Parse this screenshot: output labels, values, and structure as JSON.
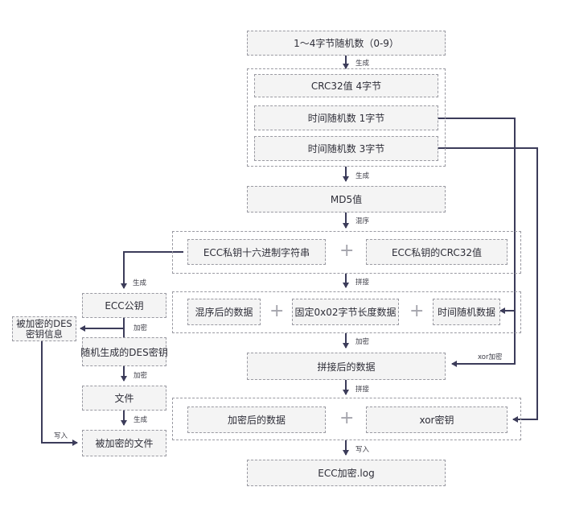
{
  "nodes": {
    "random_1_4": "1～4字节随机数（0-9）",
    "crc32": "CRC32值  4字节",
    "time_rand_1": "时间随机数  1字节",
    "time_rand_3": "时间随机数  3字节",
    "md5": "MD5值",
    "ecc_priv_hex": "ECC私钥十六进制字符串",
    "ecc_priv_crc32": "ECC私钥的CRC32值",
    "shuffled_data": "混序后的数据",
    "fixed_length": "固定0x02字节长度数据",
    "time_rand_data": "时间随机数据",
    "concat_data": "拼接后的数据",
    "encrypted_data": "加密后的数据",
    "xor_key": "xor密钥",
    "ecc_log": "ECC加密.log",
    "ecc_pubkey": "ECC公钥",
    "random_des_key": "随机生成的DES密钥",
    "file": "文件",
    "encrypted_file": "被加密的文件",
    "encrypted_des_info": "被加密的DES\n密钥信息"
  },
  "edges": {
    "generate_1": "生成",
    "generate_2": "生成",
    "shuffle": "混序",
    "concat_1": "拼接",
    "encrypt_1": "加密",
    "concat_2": "拼接",
    "write_1": "写入",
    "generate_ecc": "生成",
    "encrypt_des": "加密",
    "encrypt_file": "加密",
    "generate_enc_file": "生成",
    "write_2": "写入",
    "xor_encrypt": "xor加密"
  },
  "symbols": {
    "plus": "+"
  }
}
